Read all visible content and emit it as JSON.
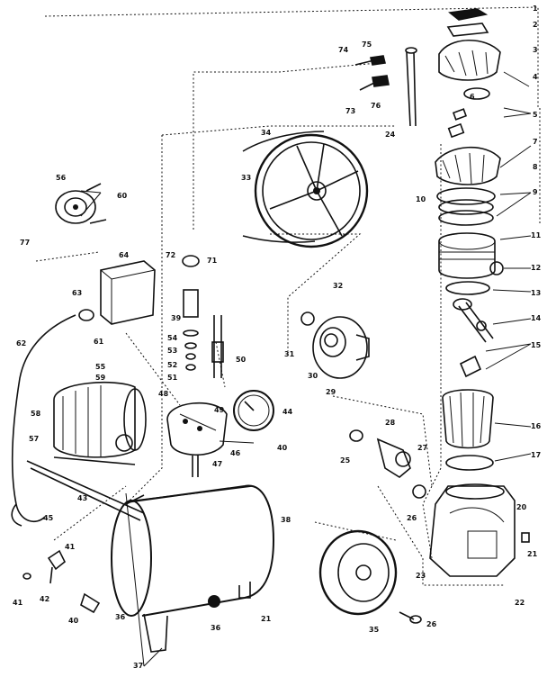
{
  "labels": [
    "1",
    "2",
    "3",
    "4",
    "5",
    "6",
    "7",
    "8",
    "9",
    "10",
    "11",
    "12",
    "13",
    "14",
    "15",
    "16",
    "17",
    "20",
    "21",
    "21",
    "22",
    "23",
    "24",
    "25",
    "26",
    "26",
    "27",
    "28",
    "29",
    "30",
    "31",
    "32",
    "33",
    "34",
    "35",
    "36",
    "36",
    "37",
    "38",
    "39",
    "40",
    "40",
    "41",
    "41",
    "42",
    "43",
    "44",
    "45",
    "46",
    "47",
    "48",
    "49",
    "50",
    "51",
    "52",
    "53",
    "54",
    "55",
    "56",
    "57",
    "58",
    "59",
    "60",
    "61",
    "62",
    "63",
    "64",
    "71",
    "72",
    "73",
    "74",
    "75",
    "76",
    "77"
  ]
}
